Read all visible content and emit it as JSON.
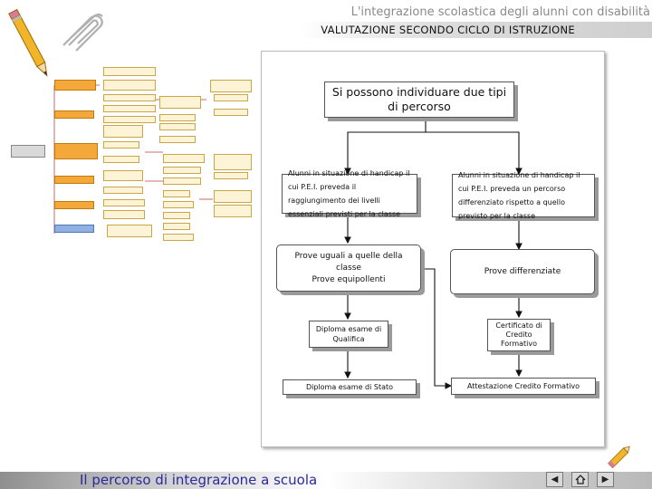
{
  "header": {
    "title": "L'integrazione scolastica degli alunni con disabilità",
    "subtitle": "VALUTAZIONE SECONDO CICLO DI ISTRUZIONE"
  },
  "diagram": {
    "top": "Si possono individuare due tipi di percorso",
    "left_case": "Alunni in situazione di handicap il cui P.E.I. preveda il raggiungimento dei livelli essenziali previsti per la classe",
    "right_case": "Alunni in situazione di handicap il cui P.E.I. preveda un percorso differenziato rispetto a quello previsto per la classe",
    "left_tests": "Prove uguali a quelle della classe\nProve equipollenti",
    "right_tests": "Prove differenziate",
    "qualifica": "Diploma esame di Qualifica",
    "certificato": "Certificato di Credito Formativo",
    "stato": "Diploma esame di Stato",
    "attestazione": "Attestazione Credito Formativo"
  },
  "footer": {
    "text": "Il percorso di integrazione a scuola"
  },
  "nav": {
    "back_icon": "arrow-left-icon",
    "home_icon": "home-icon",
    "forward_icon": "arrow-right-icon"
  },
  "colors": {
    "accent_text": "#2a2a9a",
    "box_border": "#555555",
    "shadow": "#9a9a9a",
    "thumb_orange": "#f4a83a",
    "thumb_blue": "#8fb0e0",
    "thumb_cream": "#fdf3d6"
  }
}
